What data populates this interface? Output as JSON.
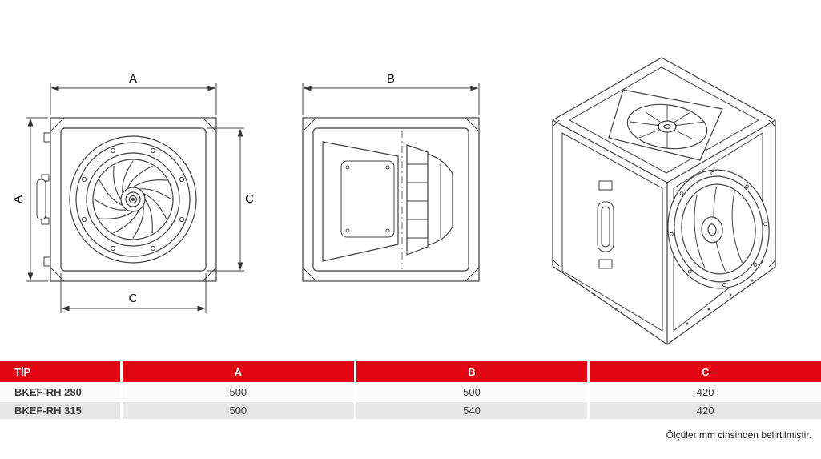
{
  "drawing": {
    "dim_a": "A",
    "dim_b": "B",
    "dim_c": "C"
  },
  "table": {
    "headers": [
      "TİP",
      "A",
      "B",
      "C"
    ],
    "rows": [
      [
        "BKEF-RH 280",
        "500",
        "500",
        "420"
      ],
      [
        "BKEF-RH 315",
        "500",
        "540",
        "420"
      ]
    ]
  },
  "footer": {
    "note": "Ölçüler mm cinsinden belirtilmiştir."
  },
  "colors": {
    "accent": "#e30613",
    "row_even": "#fbfbfb",
    "row_odd": "#e7e7e7",
    "text": "#3c3c3c",
    "line": "#3f3f3f"
  }
}
